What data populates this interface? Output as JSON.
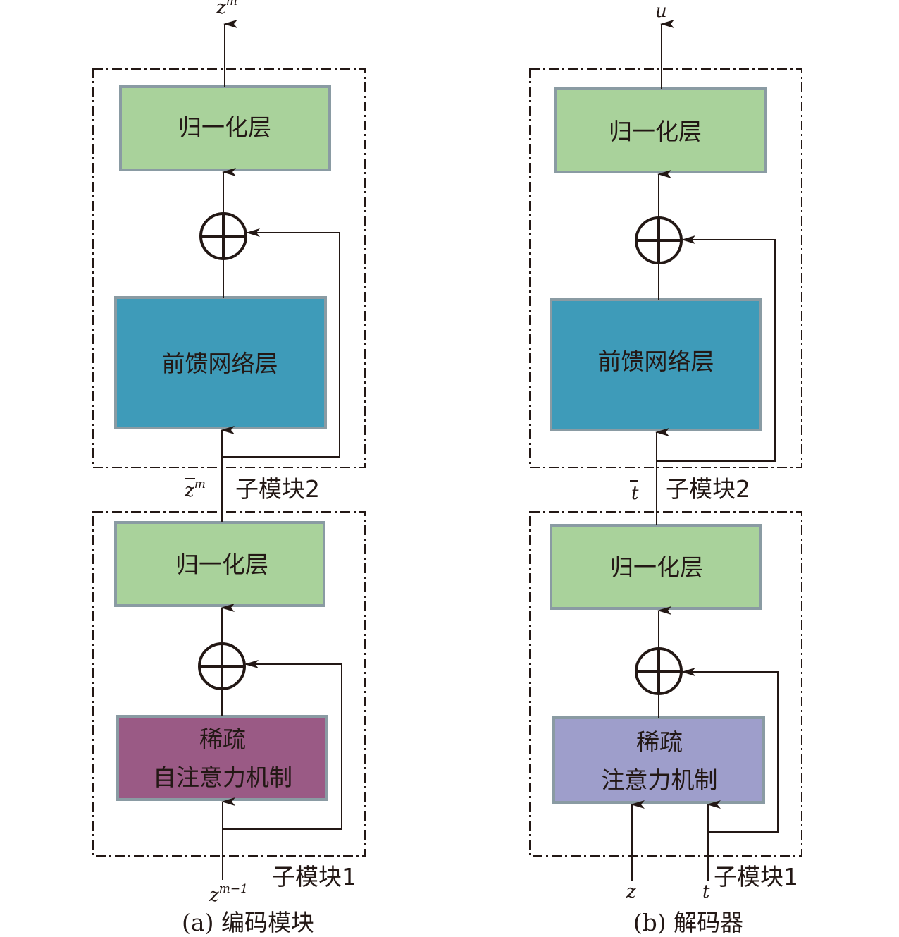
{
  "colors": {
    "norm": "#a9d29b",
    "ffn": "#3e9bb9",
    "enc_attn": "#9a5a85",
    "dec_attn": "#9e9ecb",
    "box_border": "#8a9ba3",
    "line": "#231815"
  },
  "encoder": {
    "caption": "(a) 编码模块",
    "output_var": "z",
    "output_sup": "m",
    "mid_var": "z",
    "mid_sup": "m",
    "input_var": "z",
    "input_sup": "m−1",
    "sub2_label": "子模块2",
    "sub1_label": "子模块1",
    "norm_top": "归一化层",
    "ffn": "前馈网络层",
    "norm_bottom": "归一化层",
    "attn_line1": "稀疏",
    "attn_line2": "自注意力机制"
  },
  "decoder": {
    "caption": "(b) 解码器",
    "output_var": "u",
    "mid_var": "t",
    "input_z": "z",
    "input_t": "t",
    "sub2_label": "子模块2",
    "sub1_label": "子模块1",
    "norm_top": "归一化层",
    "ffn": "前馈网络层",
    "norm_bottom": "归一化层",
    "attn_line1": "稀疏",
    "attn_line2": "注意力机制"
  }
}
